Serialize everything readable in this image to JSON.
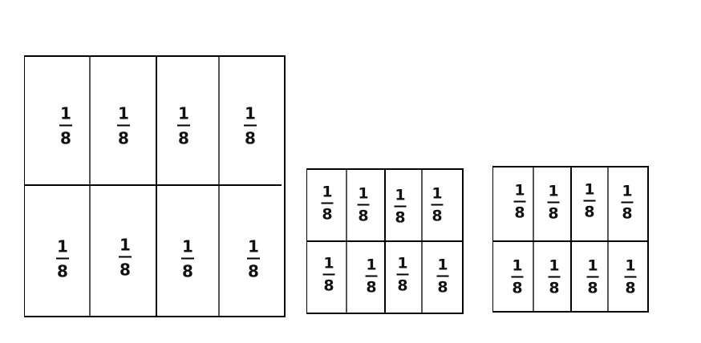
{
  "fraction": {
    "numerator": "1",
    "denominator": "8"
  },
  "grids": [
    {
      "name": "large",
      "columns": 4,
      "rows": 2
    },
    {
      "name": "medium",
      "columns": 4,
      "rows": 2
    },
    {
      "name": "small",
      "columns": 4,
      "rows": 2
    }
  ],
  "colors": {
    "line": "#000000",
    "background": "#ffffff"
  }
}
